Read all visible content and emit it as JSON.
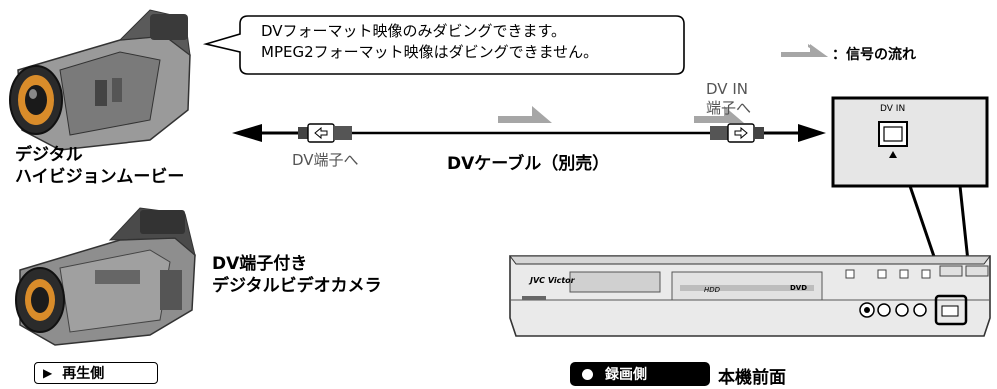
{
  "callout": {
    "line1": "DVフォーマット映像のみダビングできます。",
    "line2": "MPEG2フォーマット映像はダビングできません。"
  },
  "legend": {
    "label": "：信号の流れ"
  },
  "source_device": {
    "line1": "デジタル",
    "line2": "ハイビジョンムービー"
  },
  "alt_device": {
    "line1": "DV端子付き",
    "line2": "デジタルビデオカメラ"
  },
  "cable": {
    "left_label": "DV端子へ",
    "right_label_line1": "DV IN",
    "right_label_line2": "端子へ",
    "name": "DVケーブル（別売）"
  },
  "panel": {
    "port_label": "DV IN"
  },
  "recorder": {
    "brand": "JVC Victor"
  },
  "footer": {
    "playback_badge": "再生側",
    "recording_badge": "録画側",
    "recording_caption": "本機前面"
  },
  "colors": {
    "signal_arrow": "#a6a6a6",
    "badge_fill": "#000000",
    "panel_fill": "#e6e6e6"
  }
}
